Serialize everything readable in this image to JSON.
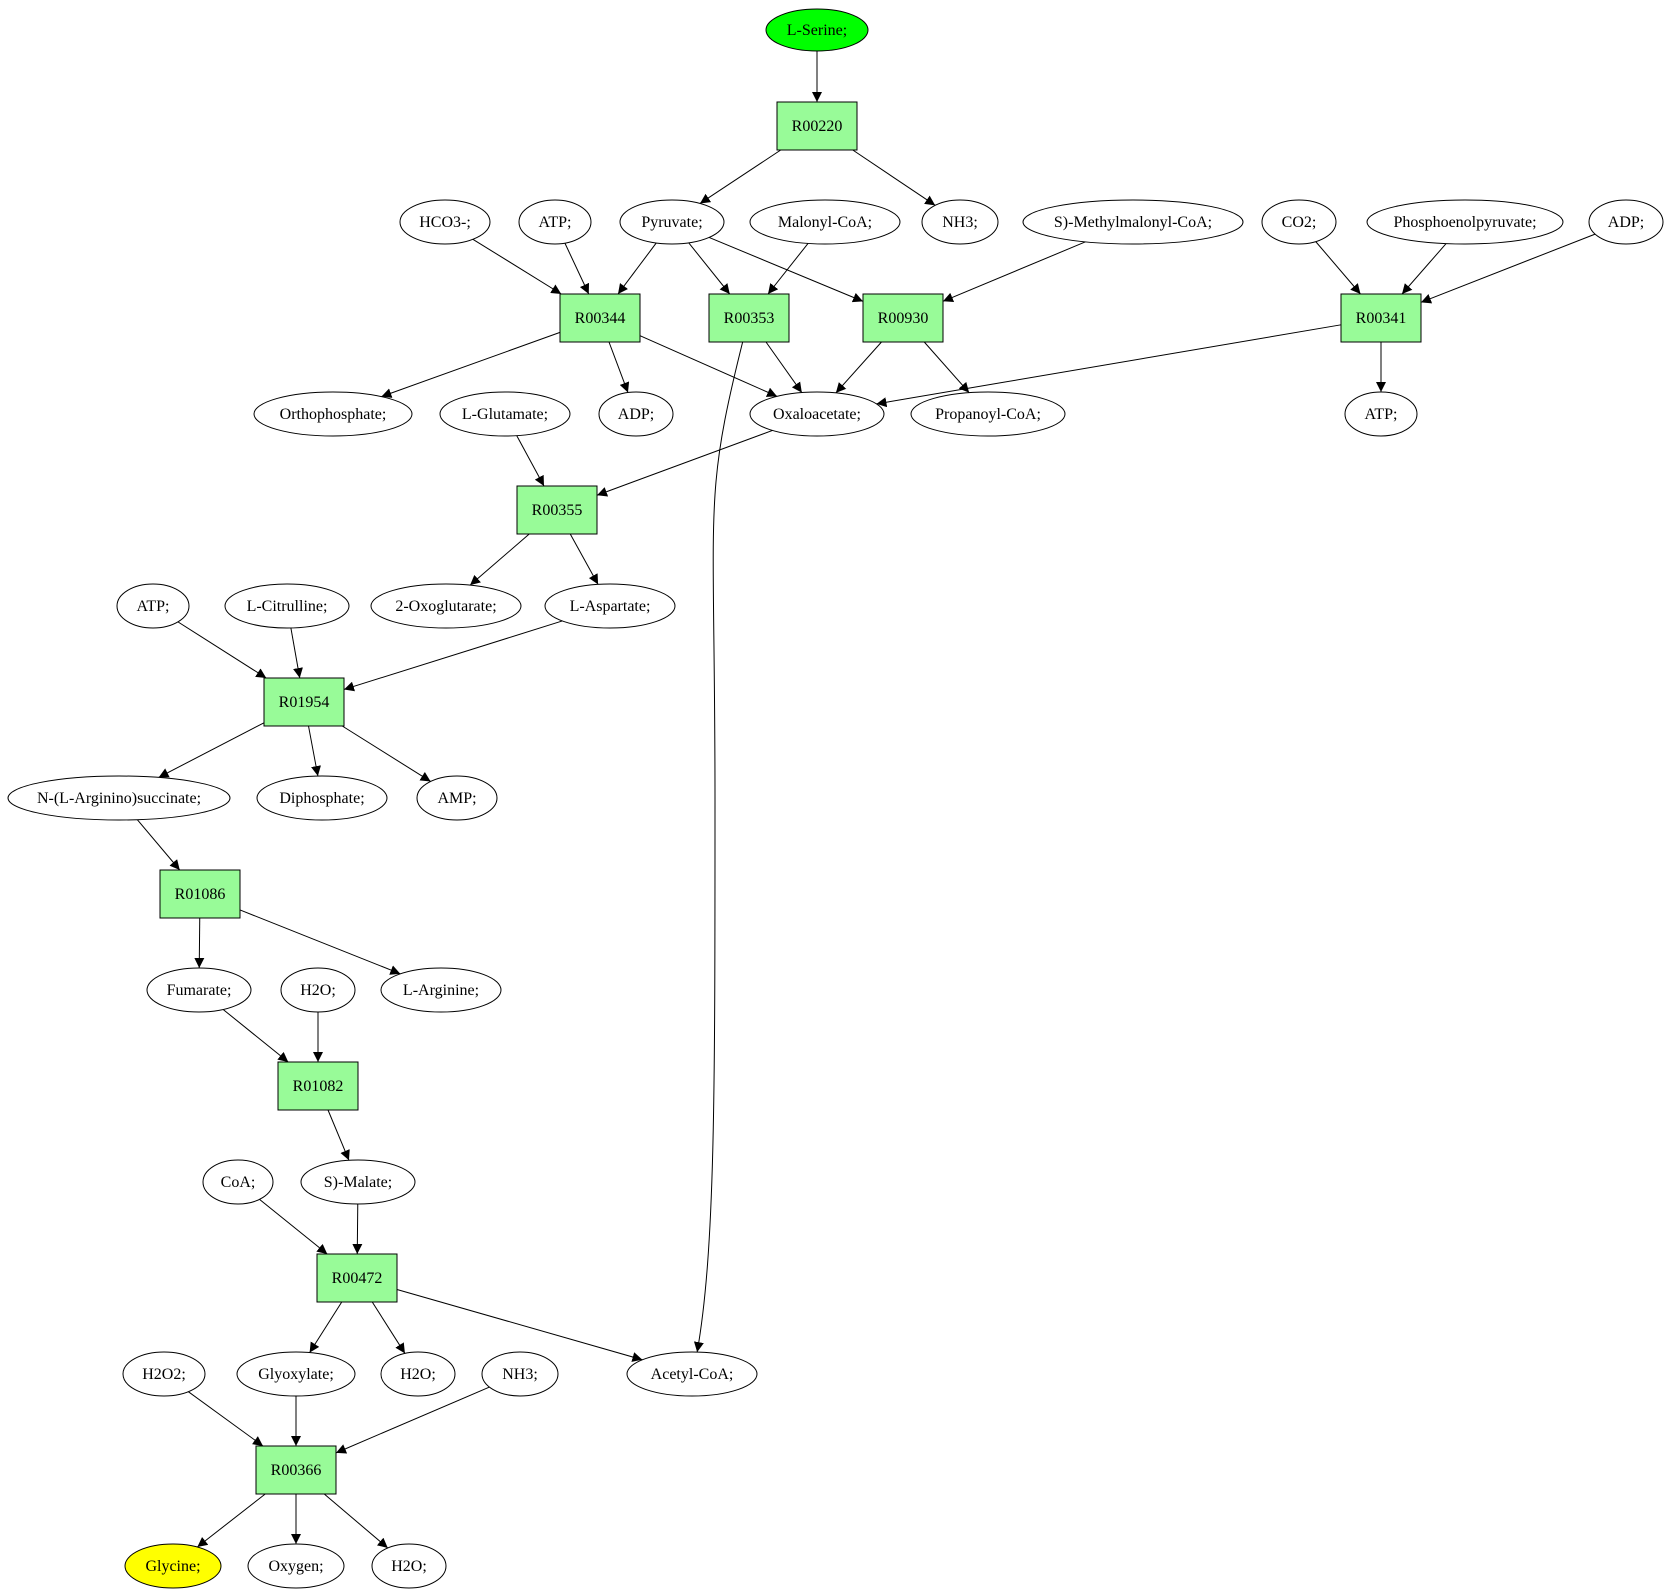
{
  "colors": {
    "reaction_fill": "#98fb98",
    "compound_fill": "#ffffff",
    "start_fill": "#00ff00",
    "end_fill": "#ffff00"
  },
  "compounds": [
    {
      "id": "c_serine",
      "label": "L-Serine;",
      "role": "start"
    },
    {
      "id": "c_hco3",
      "label": "HCO3-;"
    },
    {
      "id": "c_atp1",
      "label": "ATP;"
    },
    {
      "id": "c_pyruvate",
      "label": "Pyruvate;"
    },
    {
      "id": "c_malonylcoa",
      "label": "Malonyl-CoA;"
    },
    {
      "id": "c_nh3a",
      "label": "NH3;"
    },
    {
      "id": "c_smmcoa",
      "label": "S)-Methylmalonyl-CoA;"
    },
    {
      "id": "c_co2",
      "label": "CO2;"
    },
    {
      "id": "c_pep",
      "label": "Phosphoenolpyruvate;"
    },
    {
      "id": "c_adp1",
      "label": "ADP;"
    },
    {
      "id": "c_orthophosphate",
      "label": "Orthophosphate;"
    },
    {
      "id": "c_glutamate",
      "label": "L-Glutamate;"
    },
    {
      "id": "c_adp2",
      "label": "ADP;"
    },
    {
      "id": "c_oxaloacetate",
      "label": "Oxaloacetate;"
    },
    {
      "id": "c_propanoylcoa",
      "label": "Propanoyl-CoA;"
    },
    {
      "id": "c_atp2",
      "label": "ATP;"
    },
    {
      "id": "c_atp3",
      "label": "ATP;"
    },
    {
      "id": "c_citrulline",
      "label": "L-Citrulline;"
    },
    {
      "id": "c_oxoglutarate",
      "label": "2-Oxoglutarate;"
    },
    {
      "id": "c_aspartate",
      "label": "L-Aspartate;"
    },
    {
      "id": "c_argsucc",
      "label": "N-(L-Arginino)succinate;"
    },
    {
      "id": "c_diphosphate",
      "label": "Diphosphate;"
    },
    {
      "id": "c_amp",
      "label": "AMP;"
    },
    {
      "id": "c_fumarate",
      "label": "Fumarate;"
    },
    {
      "id": "c_h2o1",
      "label": "H2O;"
    },
    {
      "id": "c_arginine",
      "label": "L-Arginine;"
    },
    {
      "id": "c_coa",
      "label": "CoA;"
    },
    {
      "id": "c_malate",
      "label": "S)-Malate;"
    },
    {
      "id": "c_h2o2",
      "label": "H2O2;"
    },
    {
      "id": "c_glyoxylate",
      "label": "Glyoxylate;"
    },
    {
      "id": "c_h2o2b",
      "label": "H2O;"
    },
    {
      "id": "c_nh3b",
      "label": "NH3;"
    },
    {
      "id": "c_acetylcoa",
      "label": "Acetyl-CoA;"
    },
    {
      "id": "c_glycine",
      "label": "Glycine;",
      "role": "end"
    },
    {
      "id": "c_oxygen",
      "label": "Oxygen;"
    },
    {
      "id": "c_h2o3",
      "label": "H2O;"
    }
  ],
  "reactions": [
    {
      "id": "r00220",
      "label": "R00220"
    },
    {
      "id": "r00344",
      "label": "R00344"
    },
    {
      "id": "r00353",
      "label": "R00353"
    },
    {
      "id": "r00930",
      "label": "R00930"
    },
    {
      "id": "r00341",
      "label": "R00341"
    },
    {
      "id": "r00355",
      "label": "R00355"
    },
    {
      "id": "r01954",
      "label": "R01954"
    },
    {
      "id": "r01086",
      "label": "R01086"
    },
    {
      "id": "r01082",
      "label": "R01082"
    },
    {
      "id": "r00472",
      "label": "R00472"
    },
    {
      "id": "r00366",
      "label": "R00366"
    }
  ],
  "edges": [
    [
      "c_serine",
      "r00220"
    ],
    [
      "r00220",
      "c_pyruvate"
    ],
    [
      "r00220",
      "c_nh3a"
    ],
    [
      "c_hco3",
      "r00344"
    ],
    [
      "c_atp1",
      "r00344"
    ],
    [
      "c_pyruvate",
      "r00344"
    ],
    [
      "c_pyruvate",
      "r00353"
    ],
    [
      "c_pyruvate",
      "r00930"
    ],
    [
      "c_malonylcoa",
      "r00353"
    ],
    [
      "c_smmcoa",
      "r00930"
    ],
    [
      "c_co2",
      "r00341"
    ],
    [
      "c_pep",
      "r00341"
    ],
    [
      "c_adp1",
      "r00341"
    ],
    [
      "r00344",
      "c_orthophosphate"
    ],
    [
      "r00344",
      "c_adp2"
    ],
    [
      "r00344",
      "c_oxaloacetate"
    ],
    [
      "r00353",
      "c_oxaloacetate"
    ],
    [
      "r00353",
      "c_acetylcoa"
    ],
    [
      "r00930",
      "c_oxaloacetate"
    ],
    [
      "r00930",
      "c_propanoylcoa"
    ],
    [
      "r00341",
      "c_oxaloacetate"
    ],
    [
      "r00341",
      "c_atp2"
    ],
    [
      "c_glutamate",
      "r00355"
    ],
    [
      "c_oxaloacetate",
      "r00355"
    ],
    [
      "r00355",
      "c_oxoglutarate"
    ],
    [
      "r00355",
      "c_aspartate"
    ],
    [
      "c_atp3",
      "r01954"
    ],
    [
      "c_citrulline",
      "r01954"
    ],
    [
      "c_aspartate",
      "r01954"
    ],
    [
      "r01954",
      "c_argsucc"
    ],
    [
      "r01954",
      "c_diphosphate"
    ],
    [
      "r01954",
      "c_amp"
    ],
    [
      "c_argsucc",
      "r01086"
    ],
    [
      "r01086",
      "c_fumarate"
    ],
    [
      "r01086",
      "c_arginine"
    ],
    [
      "c_fumarate",
      "r01082"
    ],
    [
      "c_h2o1",
      "r01082"
    ],
    [
      "r01082",
      "c_malate"
    ],
    [
      "c_coa",
      "r00472"
    ],
    [
      "c_malate",
      "r00472"
    ],
    [
      "r00472",
      "c_glyoxylate"
    ],
    [
      "r00472",
      "c_h2o2b"
    ],
    [
      "r00472",
      "c_acetylcoa"
    ],
    [
      "c_h2o2",
      "r00366"
    ],
    [
      "c_glyoxylate",
      "r00366"
    ],
    [
      "c_nh3b",
      "r00366"
    ],
    [
      "r00366",
      "c_glycine"
    ],
    [
      "r00366",
      "c_oxygen"
    ],
    [
      "r00366",
      "c_h2o3"
    ]
  ]
}
